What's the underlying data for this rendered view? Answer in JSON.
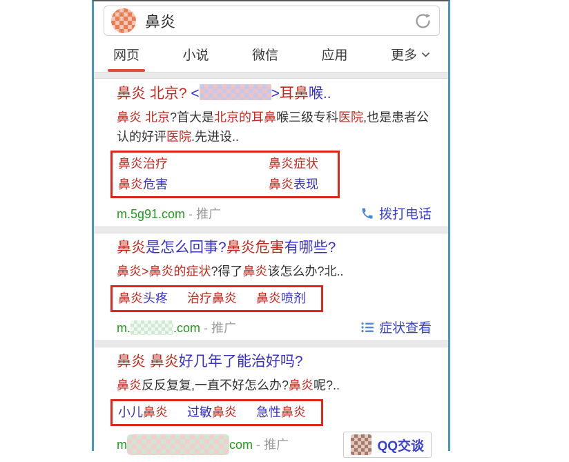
{
  "colors": {
    "highlight_red": "#c5291e",
    "link_blue": "#3531c7",
    "url_green": "#23991f",
    "promo_gray": "#9b9b9b",
    "box_border_red": "#e0251a",
    "tab_underline_red": "#e4493b",
    "frame_blue": "#4696bd",
    "icon_blue": "#4a86d8"
  },
  "search": {
    "query": "鼻炎",
    "logo_icon": "blurred-app-logo",
    "refresh_icon": "refresh-icon"
  },
  "tabs": [
    {
      "label": "网页",
      "active": true
    },
    {
      "label": "小说",
      "active": false
    },
    {
      "label": "微信",
      "active": false
    },
    {
      "label": "应用",
      "active": false
    },
    {
      "label": "更多",
      "active": false,
      "chevron": "chevron-down-icon"
    }
  ],
  "results": [
    {
      "title": [
        {
          "t": "鼻炎 北京?",
          "c": "red"
        },
        {
          "t": " <",
          "c": "blue"
        },
        {
          "m": "title",
          "n": "blurred-brand-name"
        },
        {
          "t": ">",
          "c": "blue"
        },
        {
          "t": "耳鼻",
          "c": "red"
        },
        {
          "t": "喉..",
          "c": "blue"
        }
      ],
      "desc": [
        {
          "t": "鼻炎 北京",
          "c": "red"
        },
        {
          "t": "?首大是",
          "c": "black"
        },
        {
          "t": "北京的耳鼻",
          "c": "red"
        },
        {
          "t": "喉三级专科",
          "c": "black"
        },
        {
          "t": "医院",
          "c": "red"
        },
        {
          "t": ",也是患者公认的好评",
          "c": "black"
        },
        {
          "t": "医院",
          "c": "red"
        },
        {
          "t": ".先进设..",
          "c": "black"
        }
      ],
      "sublinks": [
        [
          {
            "t": "鼻炎治疗",
            "c": "red"
          }
        ],
        [
          {
            "t": "鼻炎症状",
            "c": "red"
          }
        ],
        [
          {
            "t": "鼻炎",
            "c": "red"
          },
          {
            "t": "危害",
            "c": "blue"
          }
        ],
        [
          {
            "t": "鼻炎",
            "c": "red"
          },
          {
            "t": "表现",
            "c": "blue"
          }
        ]
      ],
      "url": [
        {
          "t": "m.5g91.com",
          "c": "green"
        },
        {
          "t": " - ",
          "c": "gray"
        },
        {
          "t": "推广",
          "c": "gray"
        }
      ],
      "action": {
        "icon": "phone-icon",
        "label": "拨打电话"
      }
    },
    {
      "title": [
        {
          "t": "鼻炎",
          "c": "red"
        },
        {
          "t": "是怎么回事?",
          "c": "blue"
        },
        {
          "t": "鼻炎危害",
          "c": "red"
        },
        {
          "t": "有哪些?",
          "c": "blue"
        }
      ],
      "desc": [
        {
          "t": "鼻炎>鼻炎的症状",
          "c": "red"
        },
        {
          "t": "?得了",
          "c": "black"
        },
        {
          "t": "鼻炎",
          "c": "red"
        },
        {
          "t": "该怎么办?北..",
          "c": "black"
        }
      ],
      "sublinks": [
        [
          {
            "t": "鼻炎",
            "c": "red"
          },
          {
            "t": "头疼",
            "c": "blue"
          }
        ],
        [
          {
            "t": "治疗鼻炎",
            "c": "red"
          }
        ],
        [
          {
            "t": "鼻炎",
            "c": "red"
          },
          {
            "t": "喷剂",
            "c": "blue"
          }
        ]
      ],
      "url": [
        {
          "t": "m.",
          "c": "green"
        },
        {
          "m": "url2",
          "n": "blurred-domain"
        },
        {
          "t": ".com",
          "c": "green"
        },
        {
          "t": " - 推广",
          "c": "gray"
        }
      ],
      "action": {
        "icon": "list-icon",
        "label": "症状查看"
      }
    },
    {
      "title": [
        {
          "t": "鼻炎 鼻炎",
          "c": "red"
        },
        {
          "t": "好几年了能治好吗?",
          "c": "blue"
        }
      ],
      "desc": [
        {
          "t": "鼻炎",
          "c": "red"
        },
        {
          "t": "反反复复,一直不好怎么办?",
          "c": "black"
        },
        {
          "t": "鼻炎",
          "c": "red"
        },
        {
          "t": "呢?..",
          "c": "black"
        }
      ],
      "sublinks": [
        [
          {
            "t": "小儿",
            "c": "blue"
          },
          {
            "t": "鼻炎",
            "c": "red"
          }
        ],
        [
          {
            "t": "过敏",
            "c": "blue"
          },
          {
            "t": "鼻炎",
            "c": "red"
          }
        ],
        [
          {
            "t": "急性",
            "c": "blue"
          },
          {
            "t": "鼻炎",
            "c": "red"
          }
        ]
      ],
      "url": [
        {
          "t": "m",
          "c": "green"
        },
        {
          "m": "url3",
          "n": "blurred-domain"
        },
        {
          "t": "com",
          "c": "green"
        },
        {
          "t": " - 推广",
          "c": "gray"
        }
      ],
      "action": {
        "icon": "qq-logo-blurred",
        "label": "QQ交谈"
      }
    }
  ]
}
